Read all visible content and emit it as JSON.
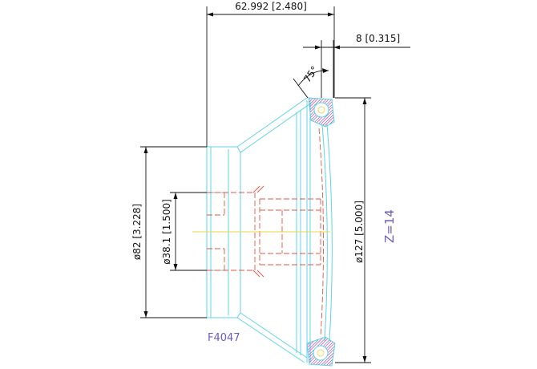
{
  "drawing": {
    "dimensions": {
      "overall_length": "62.992 [2.480]",
      "rim_width": "8 [0.315]",
      "angle": "75°",
      "hub_diameter": "ø82 [3.228]",
      "bore_diameter": "ø38.1 [1.500]",
      "pitch_diameter": "ø127 [5.000]"
    },
    "teeth_count": "Z=14",
    "part_number": "F4047"
  },
  "colors": {
    "outline": "#5fd3e6",
    "dimension": "#111111",
    "hidden": "#e05545",
    "centerline": "#e8d84a",
    "hatch": "#3344cc",
    "label": "#6a5cc4"
  }
}
